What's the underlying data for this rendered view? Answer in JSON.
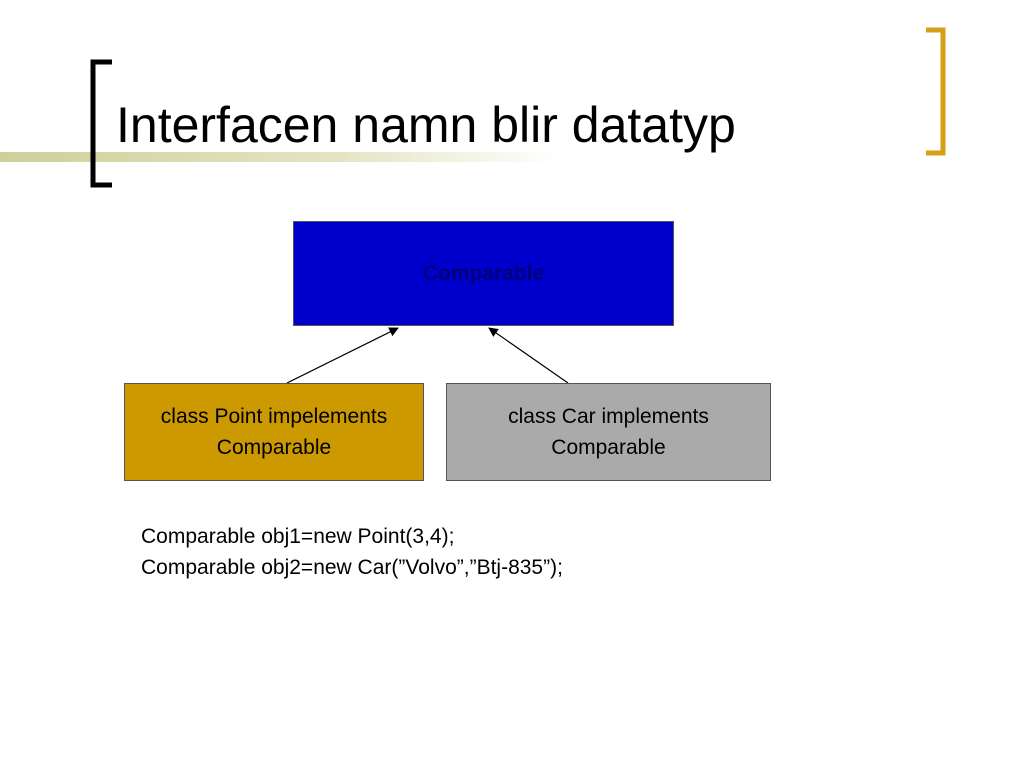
{
  "slide": {
    "title": "Interfacen namn blir datatyp"
  },
  "diagram": {
    "interface": {
      "label": "Comparable"
    },
    "classes": [
      {
        "line1": "class Point impelements",
        "line2": "Comparable"
      },
      {
        "line1": "class Car implements",
        "line2": "Comparable"
      }
    ]
  },
  "code": {
    "lines": [
      "Comparable obj1=new Point(3,4);",
      "Comparable obj2=new Car(”Volvo”,”Btj-835”);"
    ]
  },
  "colors": {
    "interface_fill": "#0000cc",
    "point_fill": "#cc9900",
    "car_fill": "#aaaaaa",
    "accent_gold": "#d4a017",
    "accent_olive": "#cfcf9a"
  }
}
